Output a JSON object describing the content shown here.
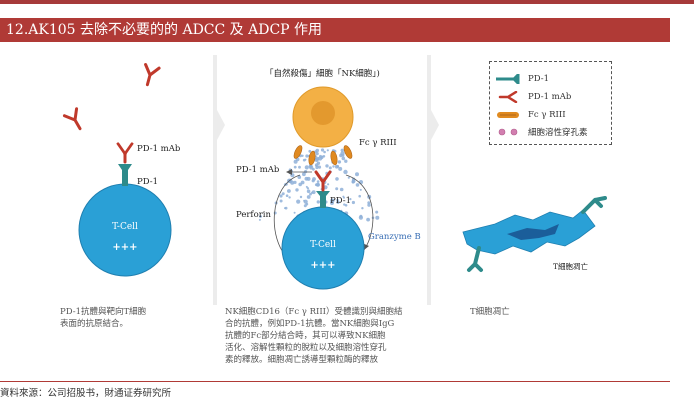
{
  "header": {
    "title": "12.AK105 去除不必要的的 ADCC 及 ADCP 作用"
  },
  "panels": {
    "left": {
      "antibody_label": "PD-1 mAb",
      "receptor_label": "PD-1",
      "cell_name": "T-Cell",
      "cell_charge": "+++",
      "caption_line1": "PD-1抗體與靶向T細胞",
      "caption_line2": "表面的抗原結合。"
    },
    "middle": {
      "nk_title": "「自然殺傷」細胞「NK細胞」)",
      "fc_label": "Fc γ RIII",
      "mab_label": "PD-1 mAb",
      "pd1_label": "PD-1",
      "perforin_label": "Perforin",
      "granzyme_label": "Granzyme B",
      "cell_name": "T-Cell",
      "cell_charge": "+++",
      "caption_lines": [
        "NK細胞CD16（Fc γ RIII）受體識別與細胞結",
        "合的抗體，例如PD-1抗體。當NK細胞與IgG",
        "抗體的Fc部分結合時，其可以導致NK細胞",
        "活化、溶解性顆粒的脫粒以及細胞溶性穿孔",
        "素的釋放。細胞凋亡誘導型顆粒酶的釋放"
      ]
    },
    "right": {
      "legend": {
        "items": [
          {
            "label": "PD-1",
            "icon": "pd1-receptor-icon"
          },
          {
            "label": "PD-1 mAb",
            "icon": "antibody-icon"
          },
          {
            "label": "Fc γ RIII",
            "icon": "fc-receptor-icon"
          },
          {
            "label": "細胞溶性穿孔素",
            "icon": "perforin-granule-icon"
          }
        ]
      },
      "dead_cell_label": "T細胞凋亡",
      "caption": "T細胞凋亡"
    }
  },
  "footer": {
    "source": "資料來源：公司招股书，財通证券研究所"
  },
  "colors": {
    "title_bar": "#b03a36",
    "cell_blue": "#2aa0d6",
    "receptor_teal": "#2e8b8b",
    "antibody_red": "#c0392b",
    "nk_orange": "#f0a030",
    "granule_blue": "#8fb0d8",
    "granzyme_text": "#3a6fb5"
  }
}
